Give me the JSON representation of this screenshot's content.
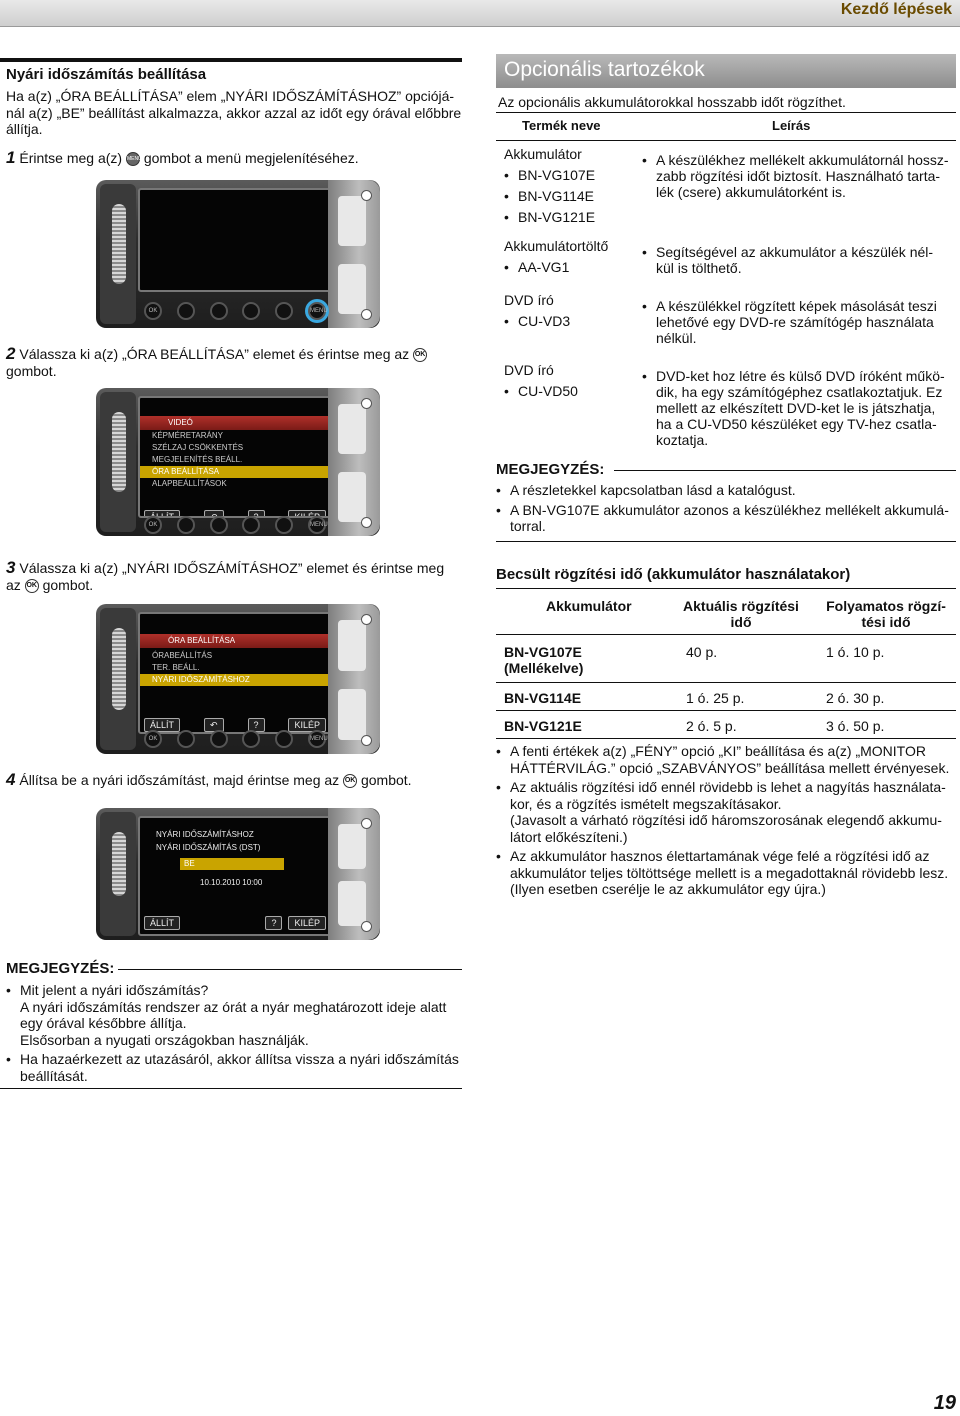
{
  "header": {
    "title": "Kezdő lépések"
  },
  "left": {
    "title": "Nyári időszámítás beállítása",
    "intro": "Ha a(z) „ÓRA BEÁLLÍTÁSA” elem „NYÁRI IDŐSZÁMÍTÁSHOZ” opciójá-\nnál a(z) „BE” beállítást alkalmazza, akkor azzal az időt egy órával előbbre\nállítja.",
    "steps": [
      {
        "num": "1",
        "text_a": "Érintse meg a(z)",
        "icon": "MENU",
        "text_b": "gombot a menü megjelenítéséhez."
      },
      {
        "num": "2",
        "text_a": "Válassza ki a(z) „ÓRA BEÁLLÍTÁSA” elemet és érintse meg az",
        "icon": "OK",
        "text_b": "gombot."
      },
      {
        "num": "3",
        "text_a": "Válassza ki a(z) „NYÁRI IDŐSZÁMÍTÁSHOZ” elemet és érintse meg az",
        "icon": "OK",
        "text_b": "gombot."
      },
      {
        "num": "4",
        "text_a": "Állítsa be a nyári időszámítást, majd érintse meg az",
        "icon": "OK",
        "text_b": "gombot."
      }
    ],
    "screen2": {
      "head": "VIDEÓ",
      "items": [
        "KÉPMÉRETARÁNY",
        "SZÉLZAJ CSÖKKENTÉS",
        "MEGJELENÍTÉS BEÁLL.",
        "ÓRA BEÁLLÍTÁSA",
        "ALAPBEÁLLÍTÁSOK"
      ],
      "selected": 3,
      "buttons": [
        "ÁLLÍT",
        "↶",
        "?",
        "KILÉP"
      ]
    },
    "screen3": {
      "head": "ÓRA BEÁLLÍTÁSA",
      "items": [
        "ÓRABEÁLLÍTÁS",
        "TER. BEÁLL.",
        "NYÁRI IDŐSZÁMÍTÁSHOZ"
      ],
      "selected": 2,
      "buttons": [
        "ÁLLÍT",
        "↶",
        "?",
        "KILÉP"
      ]
    },
    "screen4": {
      "line1": "NYÁRI IDŐSZÁMÍTÁSHOZ",
      "line2": "NYÁRI IDŐSZÁMÍTÁS (DST)",
      "value": "BE",
      "date": "10.10.2010 10:00",
      "buttons": [
        "ÁLLÍT",
        "?",
        "KILÉP"
      ]
    },
    "cam_buttons": {
      "ok": "OK",
      "menu": "MENU"
    },
    "note": {
      "title": "MEGJEGYZÉS:",
      "items": [
        "Mit jelent a nyári időszámítás?\nA nyári időszámítás rendszer az órát a nyár meghatározott ideje alatt\negy órával későbbre állítja.\nElsősorban a nyugati országokban használják.",
        "Ha hazaérkezett az utazásáról, akkor állítsa vissza a nyári időszámítás\nbeállítását."
      ]
    }
  },
  "right": {
    "section_title": "Opcionális tartozékok",
    "intro": "Az opcionális akkumulátorokkal hosszabb időt rögzíthet.",
    "table_headers": [
      "Termék neve",
      "Leírás"
    ],
    "rows": [
      {
        "name": "Akkumulátor",
        "models": [
          "BN-VG107E",
          "BN-VG114E",
          "BN-VG121E"
        ],
        "desc": "A készülékhez mellékelt akkumulátornál hossz-\nzabb rögzítési időt biztosít. Használható tarta-\nlék (csere) akkumulátorként is."
      },
      {
        "name": "Akkumulátortöltő",
        "models": [
          "AA-VG1"
        ],
        "desc": "Segítségével az akkumulátor a készülék nél-\nkül is tölthető."
      },
      {
        "name": "DVD író",
        "models": [
          "CU-VD3"
        ],
        "desc": "A készülékkel rögzített képek másolását teszi\nlehetővé egy DVD-re számítógép használata\nnélkül."
      },
      {
        "name": "DVD író",
        "models": [
          "CU-VD50"
        ],
        "desc": "DVD-ket hoz létre és külső DVD íróként műkö-\ndik, ha egy számítógéphez csatlakoztatjuk. Ez\nmellett az elkészített DVD-ket le is játszhatja,\nha a CU-VD50 készüléket egy TV-hez csatla-\nkoztatja."
      }
    ],
    "note": {
      "title": "MEGJEGYZÉS:",
      "items": [
        "A részletekkel kapcsolatban lásd a katalógust.",
        "A BN-VG107E akkumulátor azonos a készülékhez mellékelt akkumulá-\ntorral."
      ]
    },
    "time_title": "Becsült rögzítési idő (akkumulátor használatakor)",
    "time_headers": [
      "Akkumulátor",
      "Aktuális rögzítési\nidő",
      "Folyamatos rögzí-\ntési idő"
    ],
    "time_rows": [
      [
        "BN-VG107E\n(Mellékelve)",
        "40 p.",
        "1 ó. 10 p."
      ],
      [
        "BN-VG114E",
        "1 ó. 25 p.",
        "2 ó. 30 p."
      ],
      [
        "BN-VG121E",
        "2 ó. 5 p.",
        "3 ó. 50 p."
      ]
    ],
    "time_notes": [
      "A fenti értékek a(z) „FÉNY” opció „KI” beállítása és a(z) „MONITOR\nHÁTTÉRVILÁG.” opció „SZABVÁNYOS” beállítása mellett érvényesek.",
      "Az aktuális rögzítési idő ennél rövidebb is lehet a nagyítás használata-\nkor, és a rögzítés ismételt megszakításakor.\n(Javasolt a várható rögzítési idő háromszorosának elegendő akkumu-\nlátort előkészíteni.)",
      "Az akkumulátor hasznos élettartamának vége felé a rögzítési idő az\nakkumulátor teljes töltöttsége mellett is a megadottaknál rövidebb lesz.\n(Ilyen esetben cserélje le az akkumulátor egy újra.)"
    ]
  },
  "page_number": "19"
}
